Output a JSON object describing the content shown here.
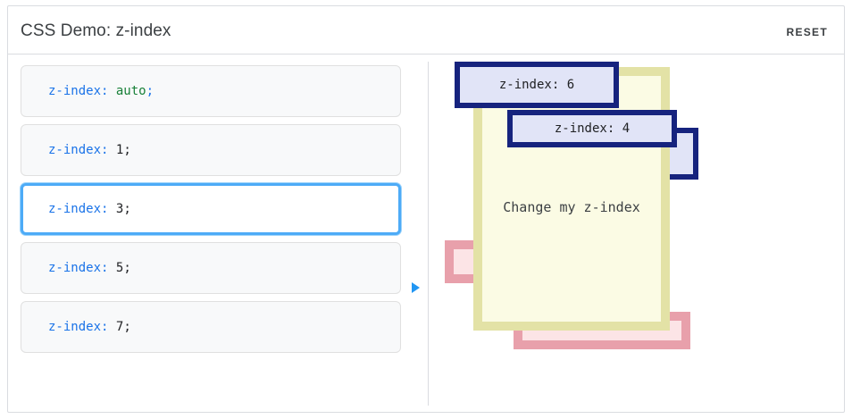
{
  "header": {
    "title": "CSS Demo: z-index",
    "reset_label": "RESET"
  },
  "options": [
    {
      "property": "z-index:",
      "value": "auto",
      "value_type": "keyword",
      "terminator": ";",
      "selected": false
    },
    {
      "property": "z-index:",
      "value": "1",
      "value_type": "number",
      "terminator": ";",
      "selected": false
    },
    {
      "property": "z-index:",
      "value": "3",
      "value_type": "number",
      "terminator": ";",
      "selected": true
    },
    {
      "property": "z-index:",
      "value": "5",
      "value_type": "number",
      "terminator": ";",
      "selected": false
    },
    {
      "property": "z-index:",
      "value": "7",
      "value_type": "number",
      "terminator": ";",
      "selected": false
    }
  ],
  "preview": {
    "target_label": "Change my z-index",
    "boxes": [
      {
        "name": "pink-left",
        "label": "",
        "z": 1
      },
      {
        "name": "pink-right",
        "label": "",
        "z": 1
      },
      {
        "name": "blue-right",
        "label": "",
        "z": 2
      },
      {
        "name": "yellow",
        "label": "Change my z-index",
        "z": 3
      },
      {
        "name": "blue-4",
        "label": "z-index: 4",
        "z": 4
      },
      {
        "name": "blue-6",
        "label": "z-index: 6",
        "z": 6
      }
    ]
  },
  "colors": {
    "accent": "#1a73e8",
    "selected_border": "#4dabf7",
    "keyword_green": "#188038",
    "blue_box_border": "#16237e",
    "blue_box_fill": "#e1e4f7",
    "yellow_box_border": "#e3e2a6",
    "yellow_box_fill": "#fbfbe4",
    "pink_box_border": "#e8a0ab",
    "pink_box_fill": "#fce4e6"
  }
}
